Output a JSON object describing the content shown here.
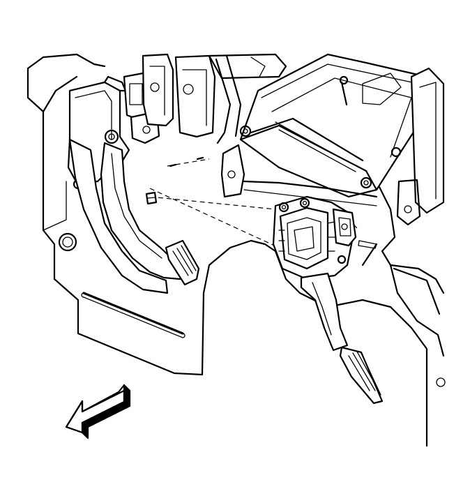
{
  "diagram": {
    "style": "monochrome line-art exploded view",
    "colors": {
      "ink": "#000000",
      "paper": "#ffffff"
    },
    "components": [
      "dash-panel",
      "brake-pedal-assembly",
      "steering-column-support",
      "accelerator-pedal-module",
      "accelerator-pedal-arm",
      "mounting-bolts",
      "vehicle-front-direction-arrow"
    ],
    "direction_indicator": "arrow-pointing-lower-left"
  }
}
